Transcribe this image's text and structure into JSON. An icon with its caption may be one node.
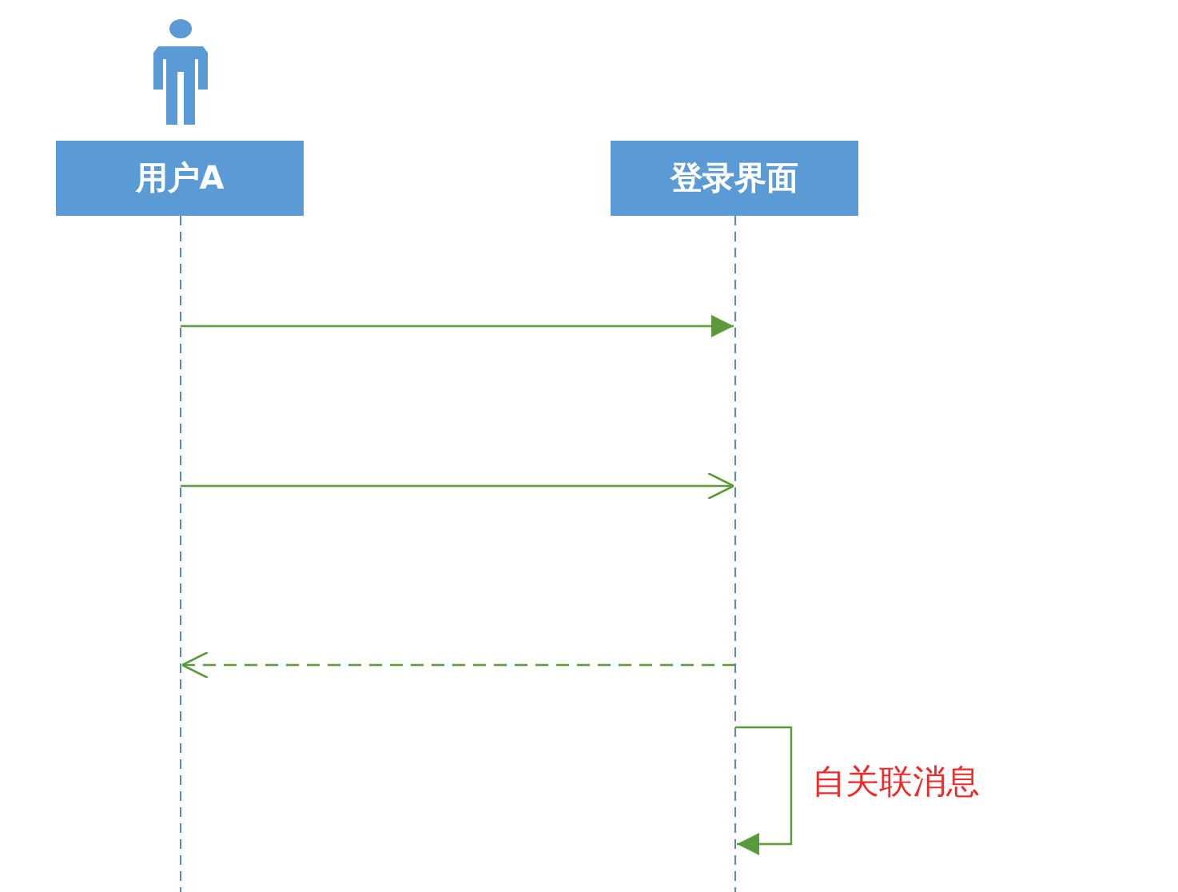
{
  "diagram": {
    "nodes": [
      {
        "text": [],
        "shape": "person"
      },
      {
        "text": [
          "用户A"
        ]
      },
      {
        "text": [
          "登录界面"
        ]
      }
    ],
    "edges": [
      {
        "from": 1,
        "to": 2,
        "arrow": "to"
      },
      {
        "from": 1,
        "to": 2,
        "arrow": "to"
      },
      {
        "from": 2,
        "to": 1,
        "arrow": "to",
        "style": "dashed"
      },
      {
        "from": 2,
        "to": 2,
        "arrow": "to",
        "label": "自关联消息"
      }
    ]
  }
}
